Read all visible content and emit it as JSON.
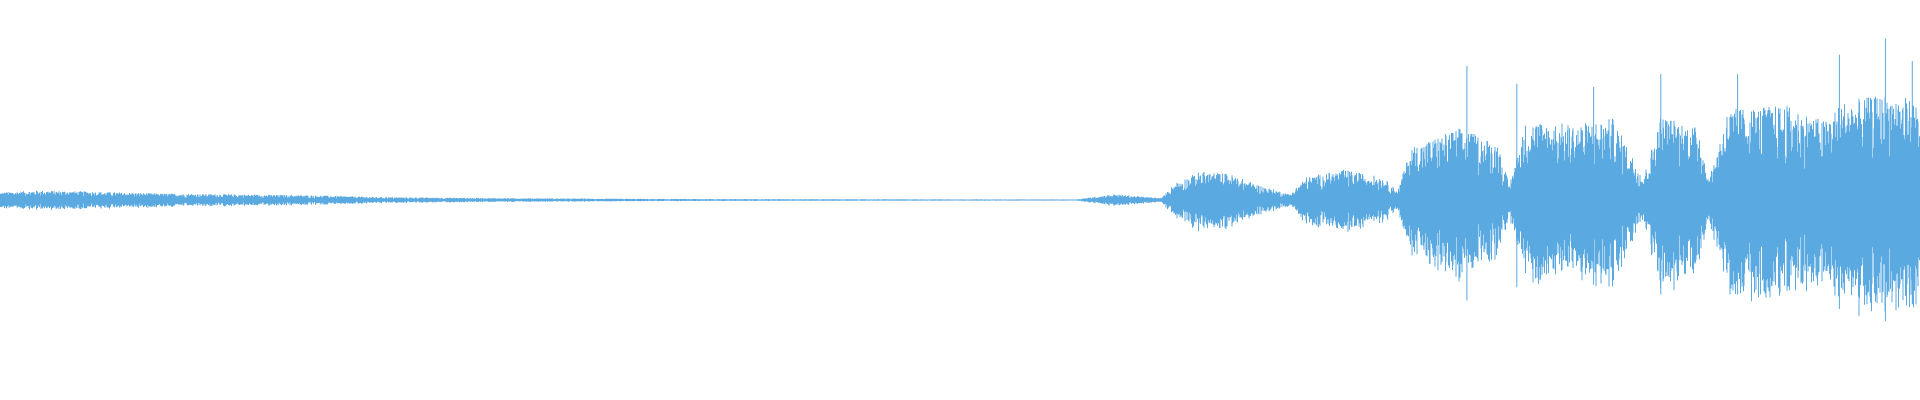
{
  "waveform": {
    "color": "#5aa9e0",
    "background": "#ffffff",
    "envelope": [
      {
        "t": 0.0,
        "amp": 0.04
      },
      {
        "t": 0.02,
        "amp": 0.05
      },
      {
        "t": 0.045,
        "amp": 0.045
      },
      {
        "t": 0.08,
        "amp": 0.035
      },
      {
        "t": 0.12,
        "amp": 0.03
      },
      {
        "t": 0.16,
        "amp": 0.025
      },
      {
        "t": 0.2,
        "amp": 0.015
      },
      {
        "t": 0.26,
        "amp": 0.01
      },
      {
        "t": 0.34,
        "amp": 0.006
      },
      {
        "t": 0.45,
        "amp": 0.004
      },
      {
        "t": 0.56,
        "amp": 0.003
      },
      {
        "t": 0.58,
        "amp": 0.03
      },
      {
        "t": 0.605,
        "amp": 0.01
      },
      {
        "t": 0.612,
        "amp": 0.09
      },
      {
        "t": 0.625,
        "amp": 0.15
      },
      {
        "t": 0.64,
        "amp": 0.14
      },
      {
        "t": 0.655,
        "amp": 0.08
      },
      {
        "t": 0.672,
        "amp": 0.03
      },
      {
        "t": 0.68,
        "amp": 0.12
      },
      {
        "t": 0.7,
        "amp": 0.16
      },
      {
        "t": 0.72,
        "amp": 0.12
      },
      {
        "t": 0.728,
        "amp": 0.05
      },
      {
        "t": 0.735,
        "amp": 0.28
      },
      {
        "t": 0.76,
        "amp": 0.38
      },
      {
        "t": 0.78,
        "amp": 0.3
      },
      {
        "t": 0.786,
        "amp": 0.08
      },
      {
        "t": 0.795,
        "amp": 0.42
      },
      {
        "t": 0.82,
        "amp": 0.4
      },
      {
        "t": 0.84,
        "amp": 0.43
      },
      {
        "t": 0.856,
        "amp": 0.12
      },
      {
        "t": 0.865,
        "amp": 0.45
      },
      {
        "t": 0.885,
        "amp": 0.38
      },
      {
        "t": 0.89,
        "amp": 0.1
      },
      {
        "t": 0.9,
        "amp": 0.48
      },
      {
        "t": 0.93,
        "amp": 0.5
      },
      {
        "t": 0.95,
        "amp": 0.42
      },
      {
        "t": 0.96,
        "amp": 0.52
      },
      {
        "t": 0.985,
        "amp": 0.56
      },
      {
        "t": 1.0,
        "amp": 0.52
      }
    ],
    "spikes": [
      {
        "t": 0.764,
        "amp": 0.83
      },
      {
        "t": 0.79,
        "amp": 0.72
      },
      {
        "t": 0.83,
        "amp": 0.7
      },
      {
        "t": 0.865,
        "amp": 0.78
      },
      {
        "t": 0.905,
        "amp": 0.78
      },
      {
        "t": 0.958,
        "amp": 0.9
      },
      {
        "t": 0.982,
        "amp": 1.0
      },
      {
        "t": 0.996,
        "amp": 0.86
      }
    ]
  }
}
